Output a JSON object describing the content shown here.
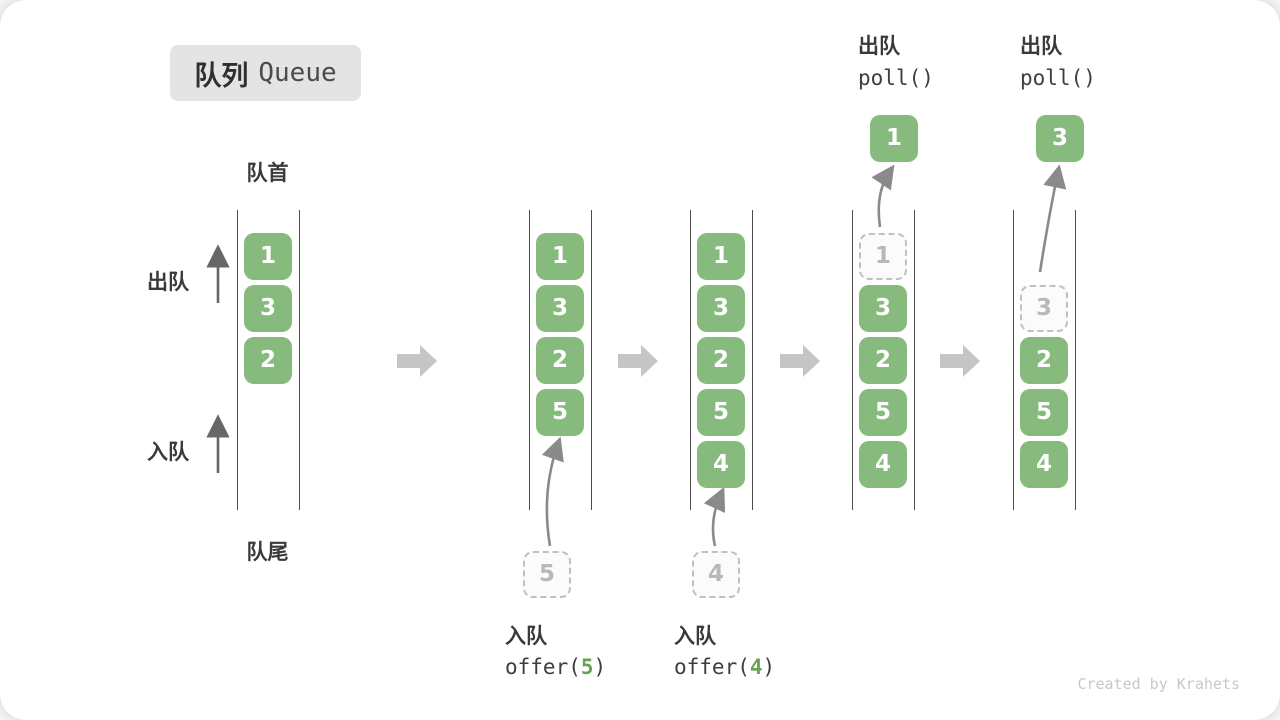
{
  "title": {
    "zh": "队列",
    "en": "Queue"
  },
  "labels": {
    "front": "队首",
    "rear": "队尾",
    "dequeue": "出队",
    "enqueue": "入队"
  },
  "colors": {
    "block_green": "#87BA7D",
    "code_green": "#67A355",
    "ghost_gray": "#BDBDBD",
    "transition_arrow_gray": "#C5C5C5",
    "badge_bg": "#E4E4E4"
  },
  "queues": [
    {
      "slots": [
        {
          "v": "1",
          "t": "solid"
        },
        {
          "v": "3",
          "t": "solid"
        },
        {
          "v": "2",
          "t": "solid"
        }
      ]
    },
    {
      "slots": [
        {
          "v": "1",
          "t": "solid"
        },
        {
          "v": "3",
          "t": "solid"
        },
        {
          "v": "2",
          "t": "solid"
        },
        {
          "v": "5",
          "t": "solid"
        }
      ],
      "enqueue": {
        "value": "5",
        "label": "入队",
        "code_pre": "offer(",
        "code_arg": "5",
        "code_post": ")"
      }
    },
    {
      "slots": [
        {
          "v": "1",
          "t": "solid"
        },
        {
          "v": "3",
          "t": "solid"
        },
        {
          "v": "2",
          "t": "solid"
        },
        {
          "v": "5",
          "t": "solid"
        },
        {
          "v": "4",
          "t": "solid"
        }
      ],
      "enqueue": {
        "value": "4",
        "label": "入队",
        "code_pre": "offer(",
        "code_arg": "4",
        "code_post": ")"
      }
    },
    {
      "slots": [
        {
          "v": "1",
          "t": "ghost"
        },
        {
          "v": "3",
          "t": "solid"
        },
        {
          "v": "2",
          "t": "solid"
        },
        {
          "v": "5",
          "t": "solid"
        },
        {
          "v": "4",
          "t": "solid"
        }
      ],
      "dequeue": {
        "value": "1",
        "label": "出队",
        "code": "poll()"
      }
    },
    {
      "slots": [
        {
          "t": "empty"
        },
        {
          "v": "3",
          "t": "ghost"
        },
        {
          "v": "2",
          "t": "solid"
        },
        {
          "v": "5",
          "t": "solid"
        },
        {
          "v": "4",
          "t": "solid"
        }
      ],
      "dequeue": {
        "value": "3",
        "label": "出队",
        "code": "poll()"
      }
    }
  ],
  "watermark": "Created by Krahets"
}
